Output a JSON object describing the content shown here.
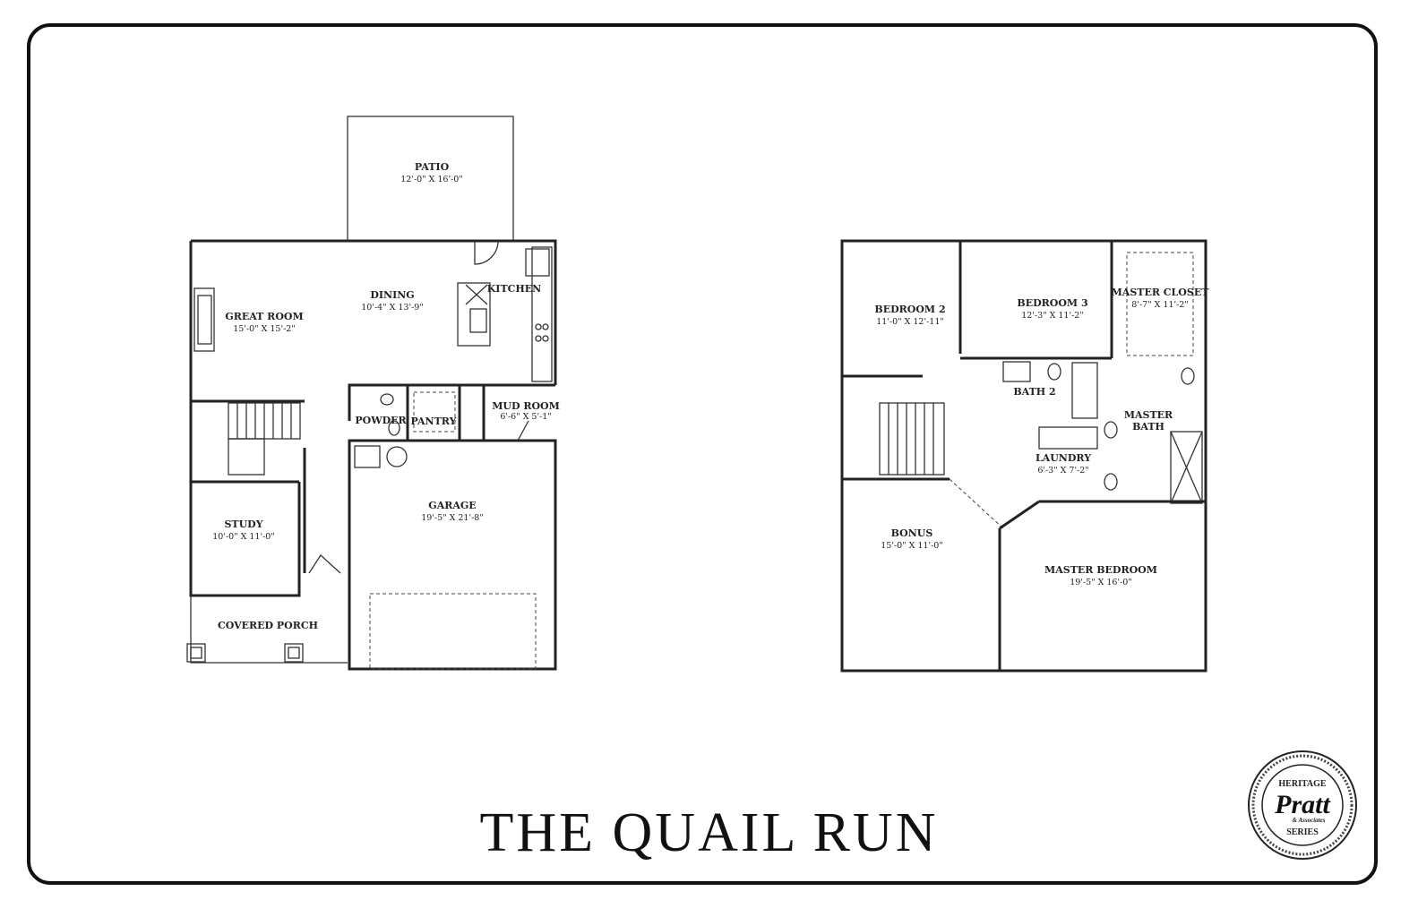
{
  "title": "THE QUAIL RUN",
  "logo": {
    "line1": "HERITAGE",
    "brand": "Pratt",
    "sub": "& Associates",
    "line2": "SERIES"
  },
  "first_floor": {
    "patio": {
      "name": "PATIO",
      "dims": "12'-0\" X 16'-0\""
    },
    "dining": {
      "name": "DINING",
      "dims": "10'-4\" X 13'-9\""
    },
    "kitchen": {
      "name": "KITCHEN"
    },
    "great_room": {
      "name": "GREAT ROOM",
      "dims": "15'-0\" X 15'-2\""
    },
    "powder": {
      "name": "POWDER"
    },
    "pantry": {
      "name": "PANTRY"
    },
    "mud_room": {
      "name": "MUD ROOM",
      "dims": "6'-6\" X 5'-1\""
    },
    "study": {
      "name": "STUDY",
      "dims": "10'-0\" X 11'-0\""
    },
    "garage": {
      "name": "GARAGE",
      "dims": "19'-5\" X 21'-8\""
    },
    "porch": {
      "name": "COVERED PORCH"
    }
  },
  "second_floor": {
    "bedroom2": {
      "name": "BEDROOM 2",
      "dims": "11'-0\" X 12'-11\""
    },
    "bedroom3": {
      "name": "BEDROOM 3",
      "dims": "12'-3\" X 11'-2\""
    },
    "master_closet": {
      "name": "MASTER CLOSET",
      "dims": "8'-7\" X 11'-2\""
    },
    "bath2": {
      "name": "BATH 2"
    },
    "master_bath": {
      "name": "MASTER",
      "name2": "BATH"
    },
    "laundry": {
      "name": "LAUNDRY",
      "dims": "6'-3\" X 7'-2\""
    },
    "bonus": {
      "name": "BONUS",
      "dims": "15'-0\" X 11'-0\""
    },
    "master_bedroom": {
      "name": "MASTER BEDROOM",
      "dims": "19'-5\" X 16'-0\""
    }
  }
}
